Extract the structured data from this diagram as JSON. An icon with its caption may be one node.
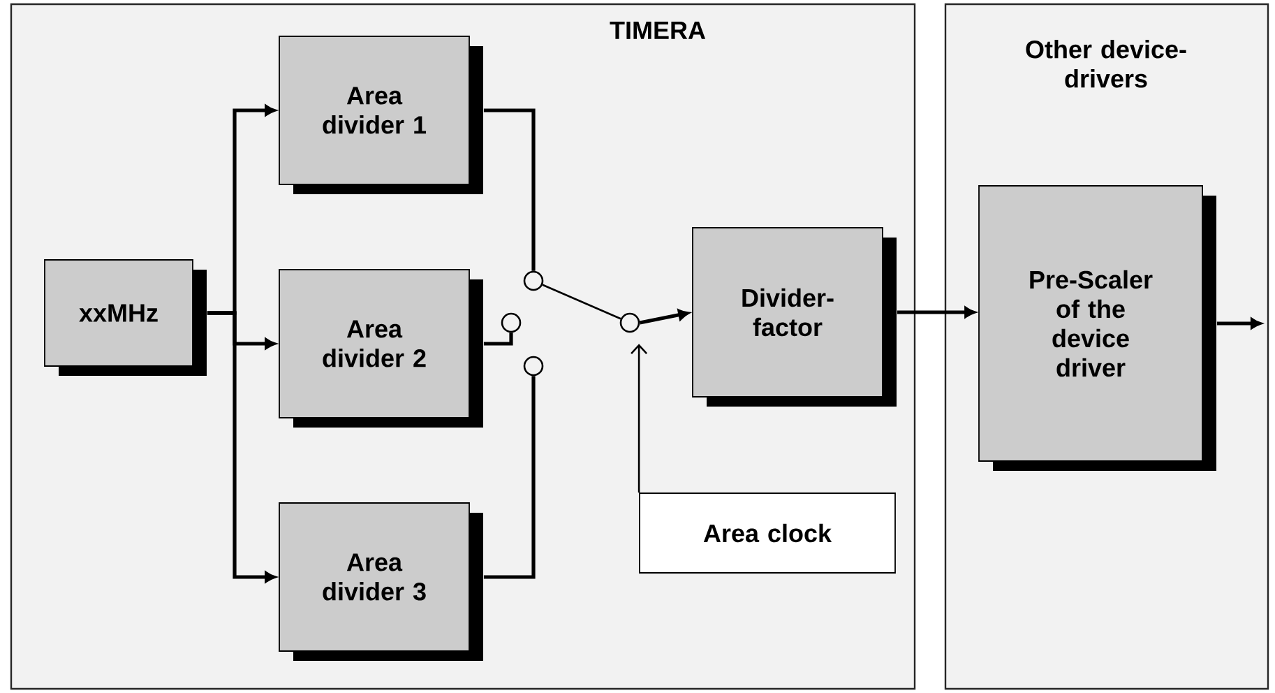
{
  "diagram": {
    "nodes": [
      {
        "text": [
          "TIMERA"
        ]
      },
      {
        "text": [
          "Other device-drivers"
        ]
      },
      {
        "text": [
          "xxMHz"
        ],
        "in": 0
      },
      {
        "text": [
          "Area divider 1"
        ],
        "in": 0
      },
      {
        "text": [
          "Area divider 2"
        ],
        "in": 0
      },
      {
        "text": [
          "Area divider 3"
        ],
        "in": 0
      },
      {
        "text": [],
        "shape": "circle",
        "in": 0
      },
      {
        "text": [],
        "shape": "circle",
        "in": 0
      },
      {
        "text": [],
        "shape": "circle",
        "in": 0
      },
      {
        "text": [],
        "shape": "circle",
        "in": 0
      },
      {
        "text": [
          "Divider-factor"
        ],
        "in": 0
      },
      {
        "text": [
          "Area clock"
        ],
        "in": 0
      },
      {
        "text": [
          "Pre-Scaler of the device driver"
        ],
        "in": 1
      }
    ],
    "edges": [
      {
        "from": 2,
        "to": 3,
        "arrow": "to"
      },
      {
        "from": 2,
        "to": 4,
        "arrow": "to"
      },
      {
        "from": 2,
        "to": 5,
        "arrow": "to"
      },
      {
        "from": 3,
        "to": 6,
        "arrow": "none"
      },
      {
        "from": 4,
        "to": 7,
        "arrow": "none"
      },
      {
        "from": 5,
        "to": 8,
        "arrow": "none"
      },
      {
        "from": 6,
        "to": 9,
        "arrow": "none"
      },
      {
        "from": 9,
        "to": 10,
        "arrow": "to"
      },
      {
        "from": 11,
        "to": 9,
        "arrow": "to"
      },
      {
        "from": 10,
        "to": 12,
        "arrow": "to"
      },
      {
        "from": 12,
        "to": null,
        "arrow": "to"
      }
    ]
  }
}
